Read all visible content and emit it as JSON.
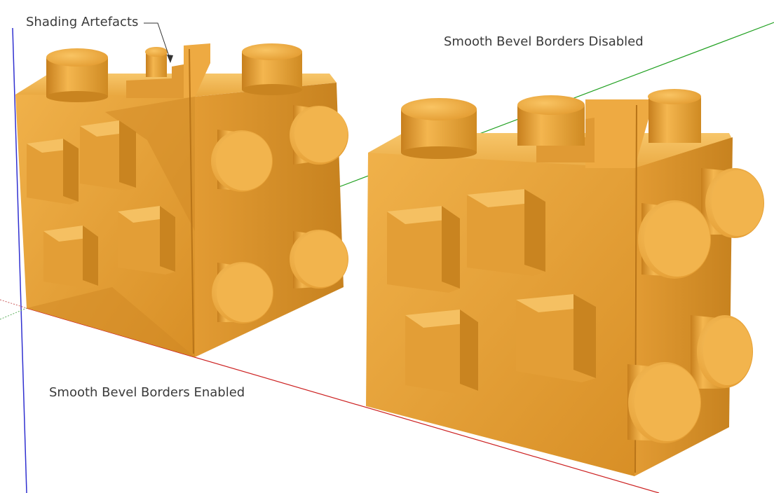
{
  "annotations": {
    "shading_artefacts": "Shading Artefacts",
    "smooth_bevel_disabled": "Smooth Bevel Borders Disabled",
    "smooth_bevel_enabled": "Smooth Bevel Borders Enabled"
  },
  "colors": {
    "background": "#ffffff",
    "model_fill": "#e6a035",
    "model_shadow": "#c07f20",
    "model_highlight": "#f3bd5a",
    "axis_red": "#cc2020",
    "axis_green": "#20a020",
    "axis_blue": "#2020cc",
    "annotation_text": "#3a3a3a"
  }
}
